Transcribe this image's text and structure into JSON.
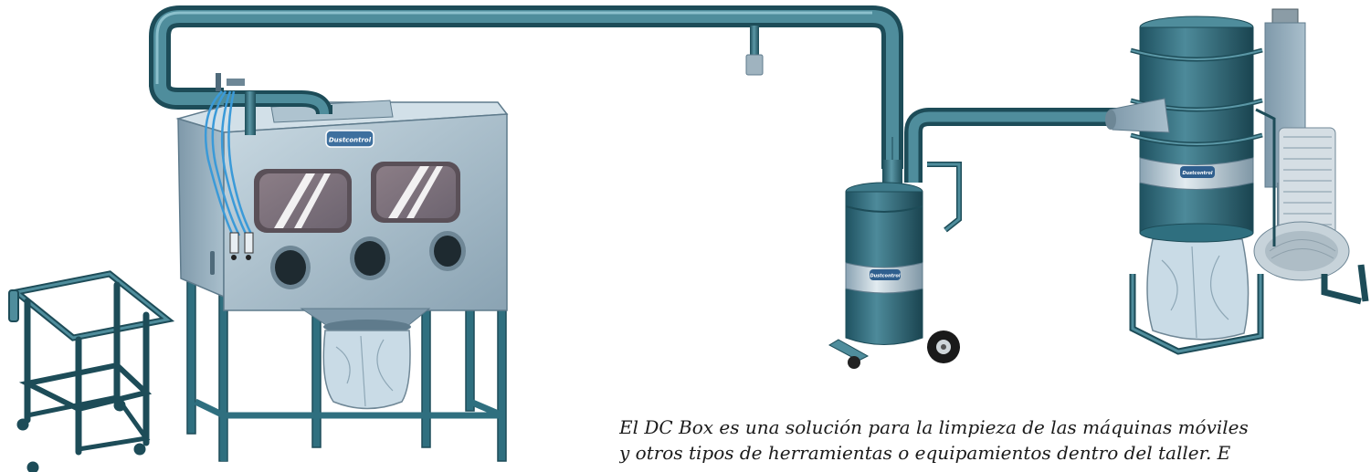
{
  "brand": {
    "logo_text": "Dustcontrol"
  },
  "caption": {
    "line1": "El DC Box es una solución para la limpieza de las máquinas móviles",
    "line2": "y otros tipos de herramientas o equipamientos dentro del taller. E"
  },
  "colors": {
    "steel_light": "#b9cbd6",
    "steel_mid": "#8ea7b6",
    "steel_dark": "#5f7b8c",
    "teal": "#2f6f7f",
    "teal_dark": "#1d4c58",
    "teal_light": "#5b97a6",
    "bag": "#c9dbe6",
    "hose_blue": "#3b9ad8"
  }
}
